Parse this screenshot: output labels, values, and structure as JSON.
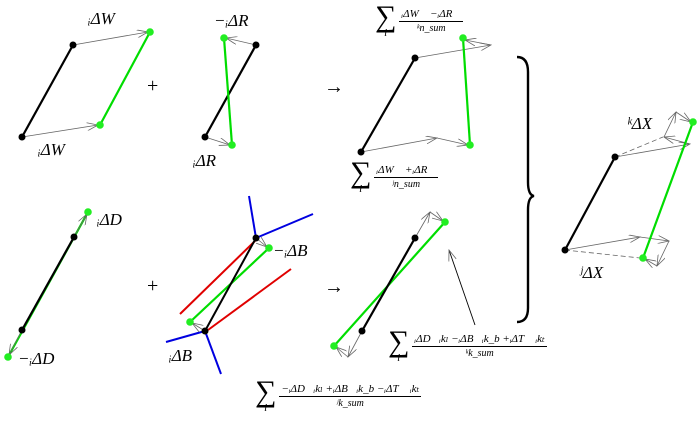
{
  "colors": {
    "original_segment": "#000000",
    "updated_segment": "#00dd00",
    "arrow": "#666666",
    "constraint_red": "#e00000",
    "constraint_blue": "#0000e0"
  },
  "operators": {
    "plus_top": "+",
    "plus_bottom": "+",
    "arrow_top": "→",
    "arrow_bottom": "→"
  },
  "labels": {
    "w_top": "ᵢΔW⃗",
    "w_bottom": "ᵢΔW⃗",
    "r_top": "−ᵢΔR⃗",
    "r_bottom": "ᵢΔR⃗",
    "d_top": "ᵢΔD⃗",
    "d_bottom": "−ᵢΔD⃗",
    "b_top": "−ᵢΔB⃗",
    "b_bottom": "ᵢΔB⃗",
    "x_k": "ᵏΔX⃗",
    "x_j": "ʲΔX⃗"
  },
  "formulas": {
    "top_sum": {
      "sigma": "∑",
      "index": "i",
      "numerator": "ᵢΔW⃗ −ᵢΔR⃗",
      "denominator": "ᵏn_sum"
    },
    "mid_sum": {
      "sigma": "∑",
      "index": "i",
      "numerator": "ᵢΔW⃗ +ᵢΔR⃗",
      "denominator": "ʲn_sum"
    },
    "k_sum": {
      "sigma": "∑",
      "index": "i",
      "numerator": "ᵢΔD⃗ᵢkₗ −ᵢΔB⃗ᵢk_b +ᵢΔT⃗ ᵢkₜ",
      "denominator": "ᵏk_sum"
    },
    "j_sum": {
      "sigma": "∑",
      "index": "i",
      "numerator": "−ᵢΔD⃗ᵢkₗ +ᵢΔB⃗ᵢk_b −ᵢΔT⃗ ᵢkₜ",
      "denominator": "ʲk_sum"
    }
  }
}
